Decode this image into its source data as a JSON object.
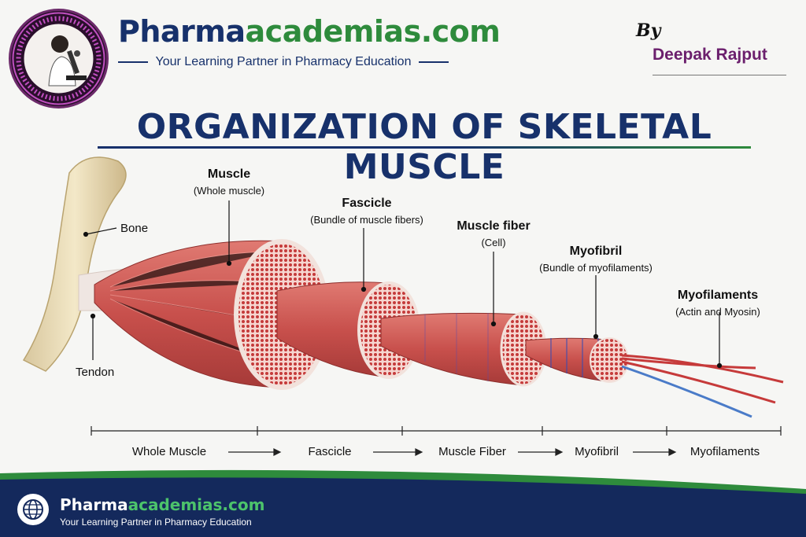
{
  "header": {
    "brand_part1": "Pharma",
    "brand_part2": "academias.com",
    "tagline": "Your Learning Partner in Pharmacy Education",
    "by": "By",
    "author": "Deepak Rajput"
  },
  "title": "ORGANIZATION OF SKELETAL MUSCLE",
  "labels": {
    "bone": "Bone",
    "tendon": "Tendon",
    "muscle": {
      "name": "Muscle",
      "desc": "(Whole muscle)"
    },
    "fascicle": {
      "name": "Fascicle",
      "desc": "(Bundle of muscle fibers)"
    },
    "fiber": {
      "name": "Muscle fiber",
      "desc": "(Cell)"
    },
    "myofibril": {
      "name": "Myofibril",
      "desc": "(Bundle of myofilaments)"
    },
    "myofilaments": {
      "name": "Myofilaments",
      "desc": "(Actin and Myosin)"
    }
  },
  "sequence": [
    "Whole Muscle",
    "Fascicle",
    "Muscle Fiber",
    "Myofibril",
    "Myofilaments"
  ],
  "footer": {
    "brand_part1": "Pharma",
    "brand_part2": "academias.com",
    "tagline": "Your Learning Partner in Pharmacy Education"
  },
  "colors": {
    "navy": "#17316b",
    "green": "#2e8b3c",
    "muscle_red": "#c8504c",
    "author_purple": "#6b1f6d"
  },
  "icons": [
    "scientist-logo-icon",
    "globe-icon",
    "arrow-right-icon"
  ]
}
